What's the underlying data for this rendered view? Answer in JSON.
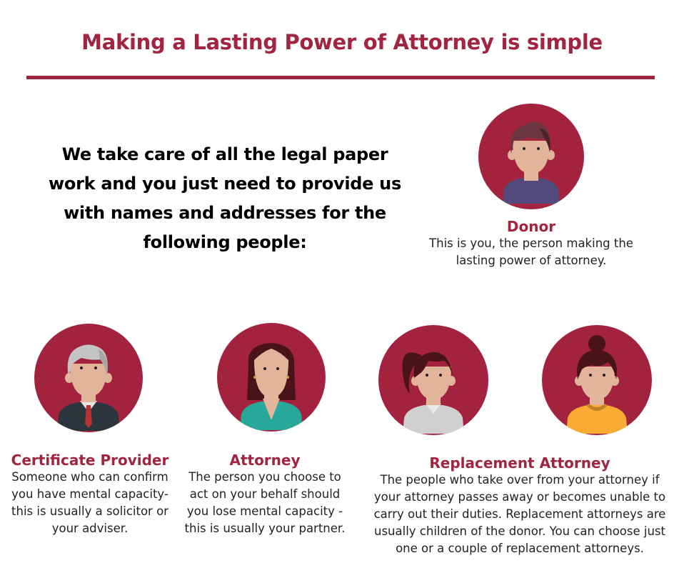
{
  "header": {
    "title": "Making a Lasting Power of Attorney is simple"
  },
  "intro": {
    "text": "We take care of all the legal paper work and you just need to provide us with names and addresses for the following people:"
  },
  "colors": {
    "brand": "#a12440",
    "circle": "#a3233f",
    "skin": "#e2b49a"
  },
  "roles": [
    {
      "name": "Donor",
      "description": "This is you, the person making the lasting power of attorney.",
      "icons": [
        "donor-avatar-icon"
      ]
    },
    {
      "name": "Certificate Provider",
      "description": "Someone who can confirm you have mental capacity- this is usually a solicitor or your adviser.",
      "icons": [
        "certificate-provider-avatar-icon"
      ]
    },
    {
      "name": "Attorney",
      "description": "The person you choose to act on your behalf should you lose mental capacity - this is usually your partner.",
      "icons": [
        "attorney-avatar-icon"
      ]
    },
    {
      "name": "Replacement Attorney",
      "description": "The people who take over from your attorney if your attorney passes away or becomes unable to carry out their duties. Replacement attorneys are usually children of the donor. You can choose just one or a couple of replacement attorneys.",
      "icons": [
        "replacement-attorney-ponytail-avatar-icon",
        "replacement-attorney-bun-avatar-icon"
      ]
    }
  ]
}
